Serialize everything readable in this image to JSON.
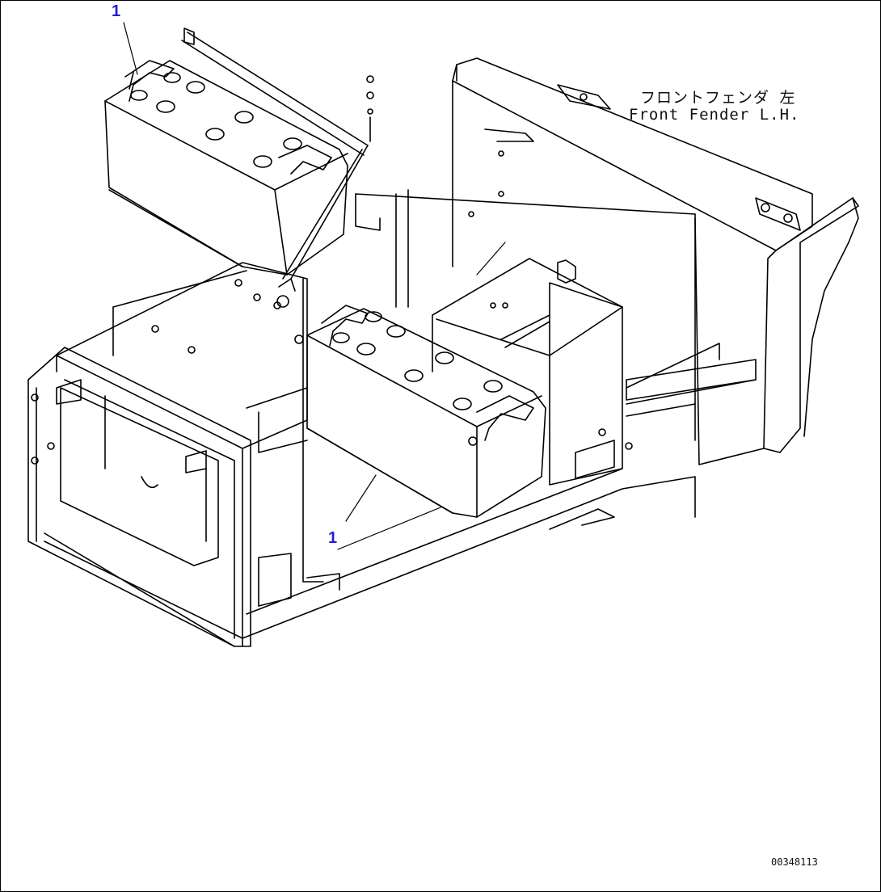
{
  "callouts": {
    "top_battery": "1",
    "bottom_battery": "1"
  },
  "labels": {
    "fender_jp": "フロントフェンダ 左",
    "fender_en": "Front Fender L.H."
  },
  "figure_code": "00348113",
  "colors": {
    "line": "#000000",
    "callout": "#1f1fd6",
    "background": "#ffffff"
  }
}
